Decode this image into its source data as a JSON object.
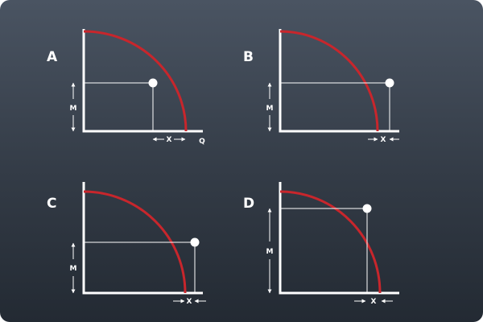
{
  "colors": {
    "curve": "#c8262c",
    "axis": "#ffffff",
    "background_top": "#4a5462",
    "background_bottom": "#232a33"
  },
  "panels": [
    {
      "label": "A",
      "m_label": "M",
      "x_label": "X",
      "q_label": "Q",
      "point": "inside",
      "x_arrows": "outward"
    },
    {
      "label": "B",
      "m_label": "M",
      "x_label": "X",
      "q_label": "",
      "point": "outside",
      "x_arrows": "inward"
    },
    {
      "label": "C",
      "m_label": "M",
      "x_label": "X",
      "q_label": "",
      "point": "outside",
      "x_arrows": "inward"
    },
    {
      "label": "D",
      "m_label": "M",
      "x_label": "X",
      "q_label": "",
      "point": "outside",
      "x_arrows": "inward"
    }
  ]
}
